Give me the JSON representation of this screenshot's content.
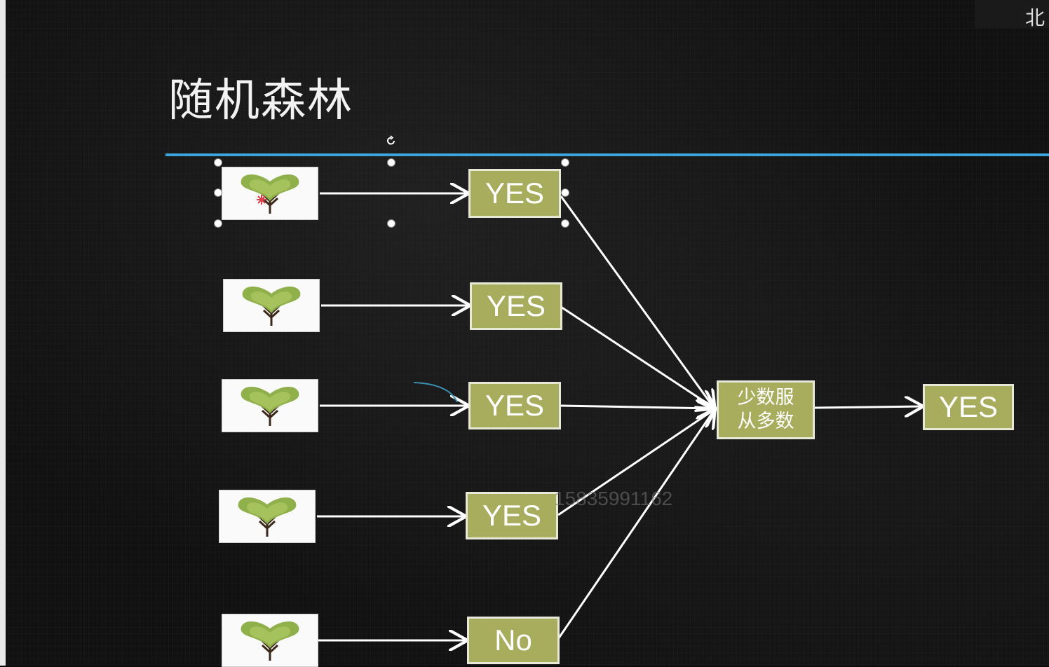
{
  "title": "随机森林",
  "corner_text": "北",
  "trees": [
    {
      "icon": "tree-icon",
      "result": "YES"
    },
    {
      "icon": "tree-icon",
      "result": "YES"
    },
    {
      "icon": "tree-icon",
      "result": "YES"
    },
    {
      "icon": "tree-icon",
      "result": "YES"
    },
    {
      "icon": "tree-icon",
      "result": "No"
    }
  ],
  "vote": {
    "line1": "少数服",
    "line2": "从多数"
  },
  "final_result": "YES",
  "watermark": "15835991162",
  "colors": {
    "background": "#111111",
    "box_fill": "#a8ad5e",
    "divider": "#3ea3d8",
    "arrow": "#ffffff"
  }
}
